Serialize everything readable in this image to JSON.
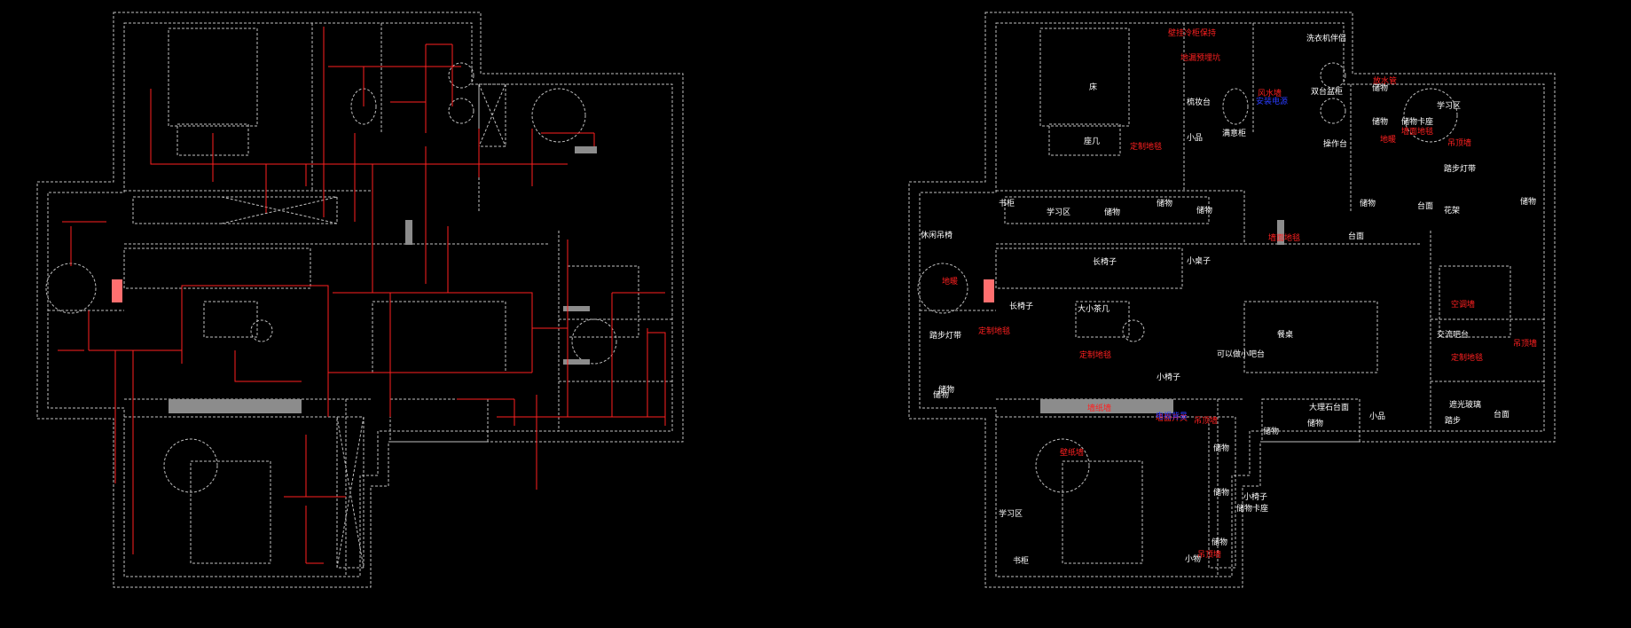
{
  "colors": {
    "background": "#000000",
    "wall": "#bfbfbf",
    "furniture": "#e6e6e6",
    "wiring": "#ff1f1f",
    "label_white": "#ffffff",
    "label_red": "#ff2020",
    "label_blue": "#2a3cff",
    "solid_wall": "#8c8c8c"
  },
  "right_plan": {
    "labels_white": [
      "洗衣机伴侣",
      "储物",
      "储物卡座",
      "学习区",
      "床",
      "梳妆台",
      "双台盆柜",
      "储物",
      "座几",
      "小品",
      "满意柜",
      "操作台",
      "踏步灯带",
      "书柜",
      "学习区",
      "储物",
      "储物",
      "储物",
      "储物",
      "台面",
      "花架",
      "储物",
      "休闲吊椅",
      "长椅子",
      "小桌子",
      "台面",
      "长椅子",
      "大小茶几",
      "餐桌",
      "交流吧台",
      "踏步灯带",
      "可以做小吧台",
      "小椅子",
      "储物",
      "储物",
      "遮光玻璃",
      "大理石台面",
      "储物",
      "储物",
      "小品",
      "踏步",
      "台面",
      "储物",
      "储物",
      "小椅子",
      "储物卡座",
      "学习区",
      "储物",
      "书柜",
      "小物"
    ],
    "labels_red": [
      "壁挂冷柜保持",
      "地漏预埋坑",
      "风水墙",
      "放水管",
      "地暖",
      "定制地毯",
      "墙面地毯",
      "吊顶墙",
      "墙面地毯",
      "地暖",
      "定制地毯",
      "定制地毯",
      "墙纸墙",
      "墙面开关",
      "吊顶墙",
      "壁纸墙",
      "空调墙",
      "吊顶墙",
      "定制地毯",
      "吊顶墙"
    ],
    "labels_blue": [
      "安装电源",
      "电视背景"
    ]
  }
}
